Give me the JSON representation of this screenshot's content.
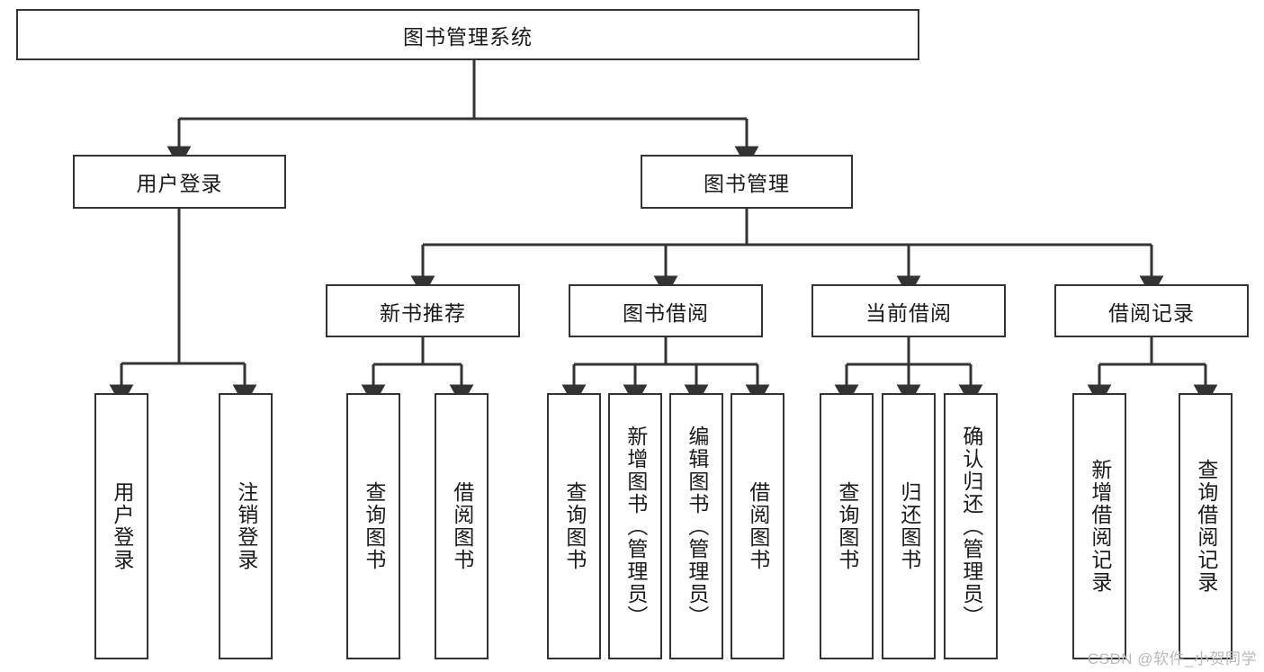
{
  "diagram": {
    "type": "tree",
    "title": "图书管理系统",
    "root": {
      "label": "图书管理系统"
    },
    "level2": [
      {
        "label": "用户登录"
      },
      {
        "label": "图书管理"
      }
    ],
    "level3": [
      {
        "label": "新书推荐"
      },
      {
        "label": "图书借阅"
      },
      {
        "label": "当前借阅"
      },
      {
        "label": "借阅记录"
      }
    ],
    "leaves": [
      {
        "label": "用户登录"
      },
      {
        "label": "注销登录"
      },
      {
        "label": "查询图书"
      },
      {
        "label": "借阅图书"
      },
      {
        "label": "查询图书"
      },
      {
        "label": "新增图书（管理员）"
      },
      {
        "label": "编辑图书（管理员）"
      },
      {
        "label": "借阅图书"
      },
      {
        "label": "查询图书"
      },
      {
        "label": "归还图书"
      },
      {
        "label": "确认归还（管理员）"
      },
      {
        "label": "新增借阅记录"
      },
      {
        "label": "查询借阅记录"
      }
    ]
  },
  "watermark": {
    "text": "CSDN @软件_小贺同学"
  },
  "colors": {
    "background": "#ffffff",
    "stroke": "#333333",
    "text": "#1a1a1a",
    "watermark": "#b9b9b9"
  }
}
